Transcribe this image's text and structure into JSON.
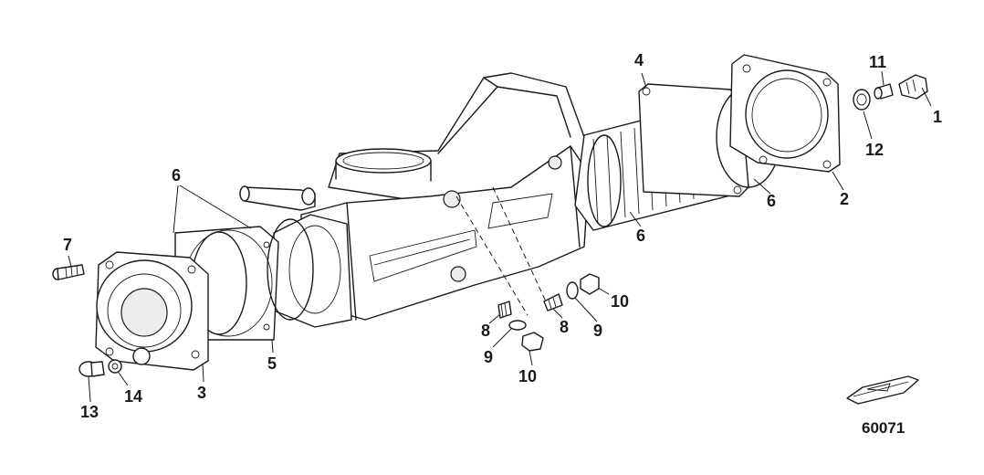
{
  "callouts": {
    "c1": "1",
    "c2": "2",
    "c3": "3",
    "c4": "4",
    "c5": "5",
    "c6a": "6",
    "c6b": "6",
    "c6c": "6",
    "c7": "7",
    "c8a": "8",
    "c8b": "8",
    "c9a": "9",
    "c9b": "9",
    "c10a": "10",
    "c10b": "10",
    "c11": "11",
    "c12": "12",
    "c13": "13",
    "c14": "14"
  },
  "figure_number": "60071",
  "icons": {
    "boat": "boat-silhouette-icon"
  }
}
